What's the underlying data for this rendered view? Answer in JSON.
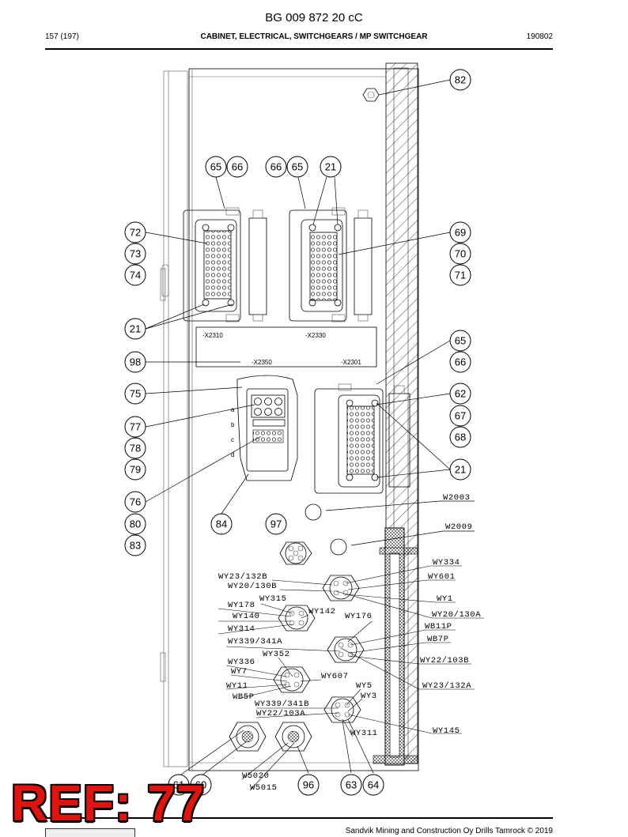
{
  "header": {
    "doc_title": "BG 009 872 20 cC",
    "page_number": "157 (197)",
    "section_title": "CABINET, ELECTRICAL, SWITCHGEARS / MP SWITCHGEAR",
    "date": "190802"
  },
  "footer": {
    "text": "Sandvik Mining and Construction Oy Drills Tamrock © 2019"
  },
  "stamp": {
    "text": "REF: 77",
    "color": "#e0140c"
  },
  "connector_labels": {
    "x2310": "-X2310",
    "x2330": "-X2330",
    "x2350": "-X2350",
    "x2301": "-X2301",
    "row_a": "a",
    "row_b": "b",
    "row_c": "c",
    "row_d": "d"
  },
  "callouts": {
    "c82": "82",
    "c65a": "65",
    "c66a": "66",
    "c66b": "66",
    "c65b": "65",
    "c21a": "21",
    "c72": "72",
    "c73": "73",
    "c74": "74",
    "c69": "69",
    "c70": "70",
    "c71": "71",
    "c21b": "21",
    "c65c": "65",
    "c66c": "66",
    "c98": "98",
    "c75": "75",
    "c62": "62",
    "c67": "67",
    "c68": "68",
    "c77": "77",
    "c78": "78",
    "c79": "79",
    "c21c": "21",
    "c76": "76",
    "c80": "80",
    "c83": "83",
    "c84": "84",
    "c97": "97",
    "c61": "61",
    "c60": "60",
    "c96": "96",
    "c63": "63",
    "c64": "64"
  },
  "wires": {
    "w2003": "W2003",
    "w2009": "W2009",
    "wy334": "WY334",
    "wy601": "WY601",
    "wy23_132b": "WY23/132B",
    "wy20_130b": "WY20/130B",
    "wy1": "WY1",
    "wy20_130a": "WY20/130A",
    "wy315": "WY315",
    "wy178": "WY178",
    "wy142": "WY142",
    "wy176": "WY176",
    "wy140": "WY140",
    "wb11p": "WB11P",
    "wy314": "WY314",
    "wb7p": "WB7P",
    "wy339_341a": "WY339/341A",
    "wy352": "WY352",
    "wy336": "WY336",
    "wy22_103b": "WY22/103B",
    "wy7": "WY7",
    "wy607": "WY607",
    "wy23_132a": "WY23/132A",
    "wy11": "WY11",
    "wy5": "WY5",
    "wb5p": "WB5P",
    "wy3": "WY3",
    "wy339_341b": "WY339/341B",
    "wy22_103a": "WY22/103A",
    "wy145": "WY145",
    "wy311": "WY311",
    "w5020": "W5020",
    "w5015": "W5015"
  }
}
